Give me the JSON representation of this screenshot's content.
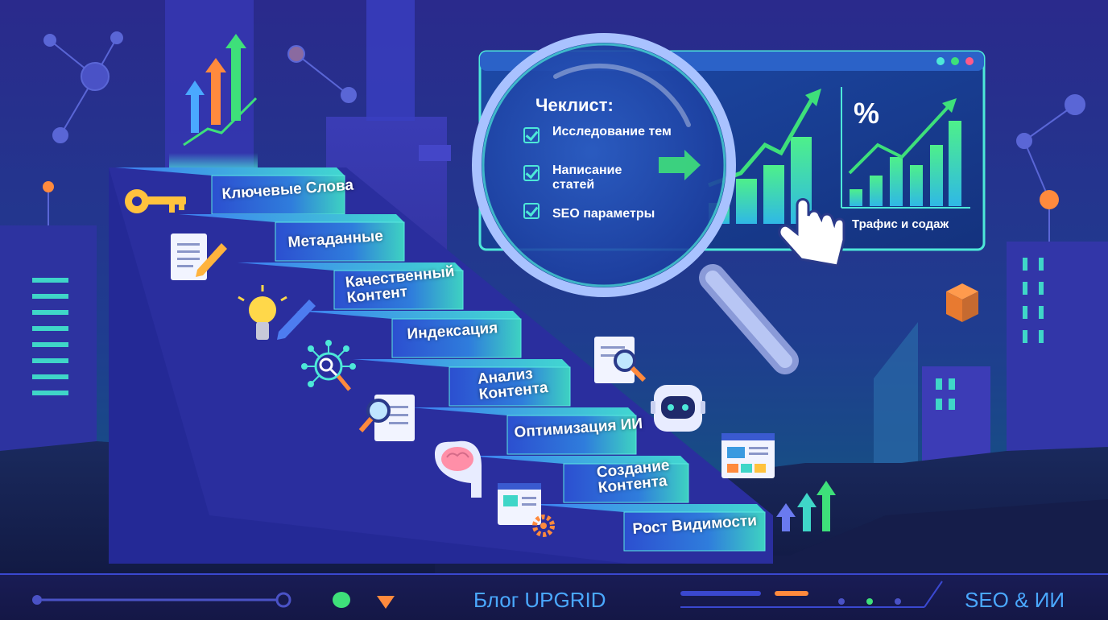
{
  "stairs": {
    "steps": [
      {
        "lines": [
          "Ключевые Слова"
        ],
        "icon": "key-icon"
      },
      {
        "lines": [
          "Метаданные"
        ],
        "icon": "document-pencil-icon"
      },
      {
        "lines": [
          "Качественный",
          "Контент"
        ],
        "icon": "lightbulb-pen-icon"
      },
      {
        "lines": [
          "Индексация"
        ],
        "icon": "network-search-icon"
      },
      {
        "lines": [
          "Анализ",
          "Контента"
        ],
        "icon": "document-search-icon"
      },
      {
        "lines": [
          "Оптимизация ИИ"
        ],
        "icon": "robot-icon"
      },
      {
        "lines": [
          "Создание",
          "Контента"
        ],
        "icon": "brain-head-icon"
      },
      {
        "lines": [
          "Рост Видимости"
        ],
        "icon": "arrows-up-icon"
      }
    ]
  },
  "checklist": {
    "title": "Чеклист:",
    "items": [
      "Исследование тем",
      "Написание статей",
      "SEO параметры"
    ]
  },
  "dashboard": {
    "chart_caption": "Трафис и содаж",
    "percent_symbol": "%"
  },
  "footer": {
    "blog_label": "Блог UPGRID",
    "tag_label": "SEO & ИИ"
  },
  "colors": {
    "background": "#1b1f6b",
    "accent_cyan": "#4de8d8",
    "accent_green": "#3ee07a",
    "accent_orange": "#ff8a3d",
    "footer_text": "#4aa8ff"
  }
}
